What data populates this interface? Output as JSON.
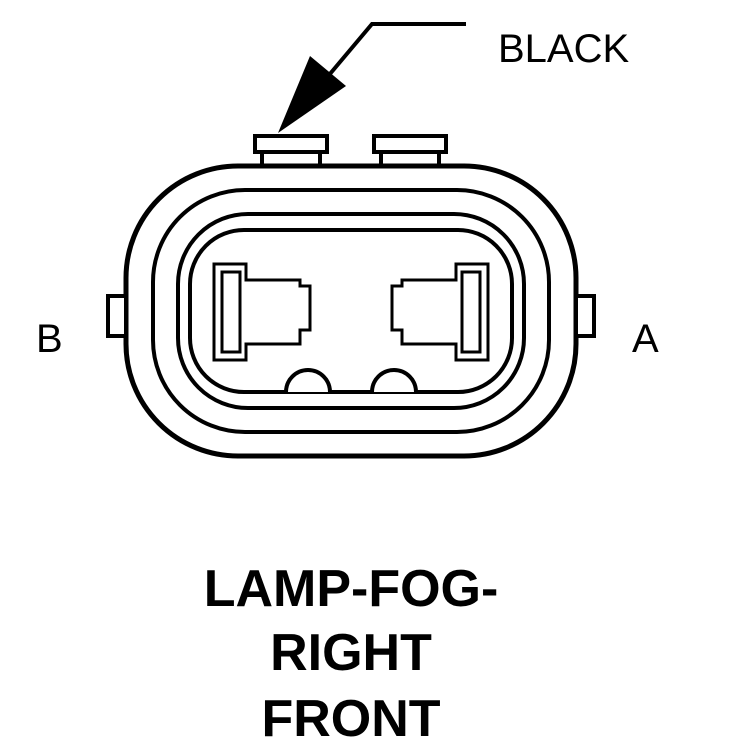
{
  "wire_color_label": "BLACK",
  "pins": {
    "left": "B",
    "right": "A"
  },
  "title_lines": [
    "LAMP-FOG-",
    "RIGHT",
    "FRONT"
  ],
  "colors": {
    "stroke": "#000000",
    "background": "#ffffff"
  }
}
